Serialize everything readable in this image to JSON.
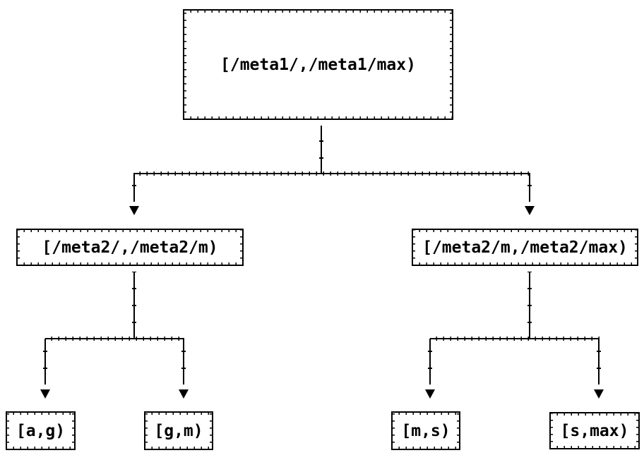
{
  "diagram": {
    "type": "binary-interval-partition-tree",
    "colors": {
      "background": "#ffffff",
      "line": "#000000",
      "text": "#000000"
    },
    "nodes": {
      "root": {
        "label": "[/meta1/,/meta1/max)"
      },
      "mid_left": {
        "label": "[/meta2/,/meta2/m)"
      },
      "mid_right": {
        "label": "[/meta2/m,/meta2/max)"
      },
      "leaf_ag": {
        "label": "[a,g)"
      },
      "leaf_gm": {
        "label": "[g,m)"
      },
      "leaf_ms": {
        "label": "[m,s)"
      },
      "leaf_smax": {
        "label": "[s,max)"
      }
    },
    "edges": [
      {
        "from": "root",
        "to": "mid_left"
      },
      {
        "from": "root",
        "to": "mid_right"
      },
      {
        "from": "mid_left",
        "to": "leaf_ag"
      },
      {
        "from": "mid_left",
        "to": "leaf_gm"
      },
      {
        "from": "mid_right",
        "to": "leaf_ms"
      },
      {
        "from": "mid_right",
        "to": "leaf_smax"
      }
    ]
  }
}
